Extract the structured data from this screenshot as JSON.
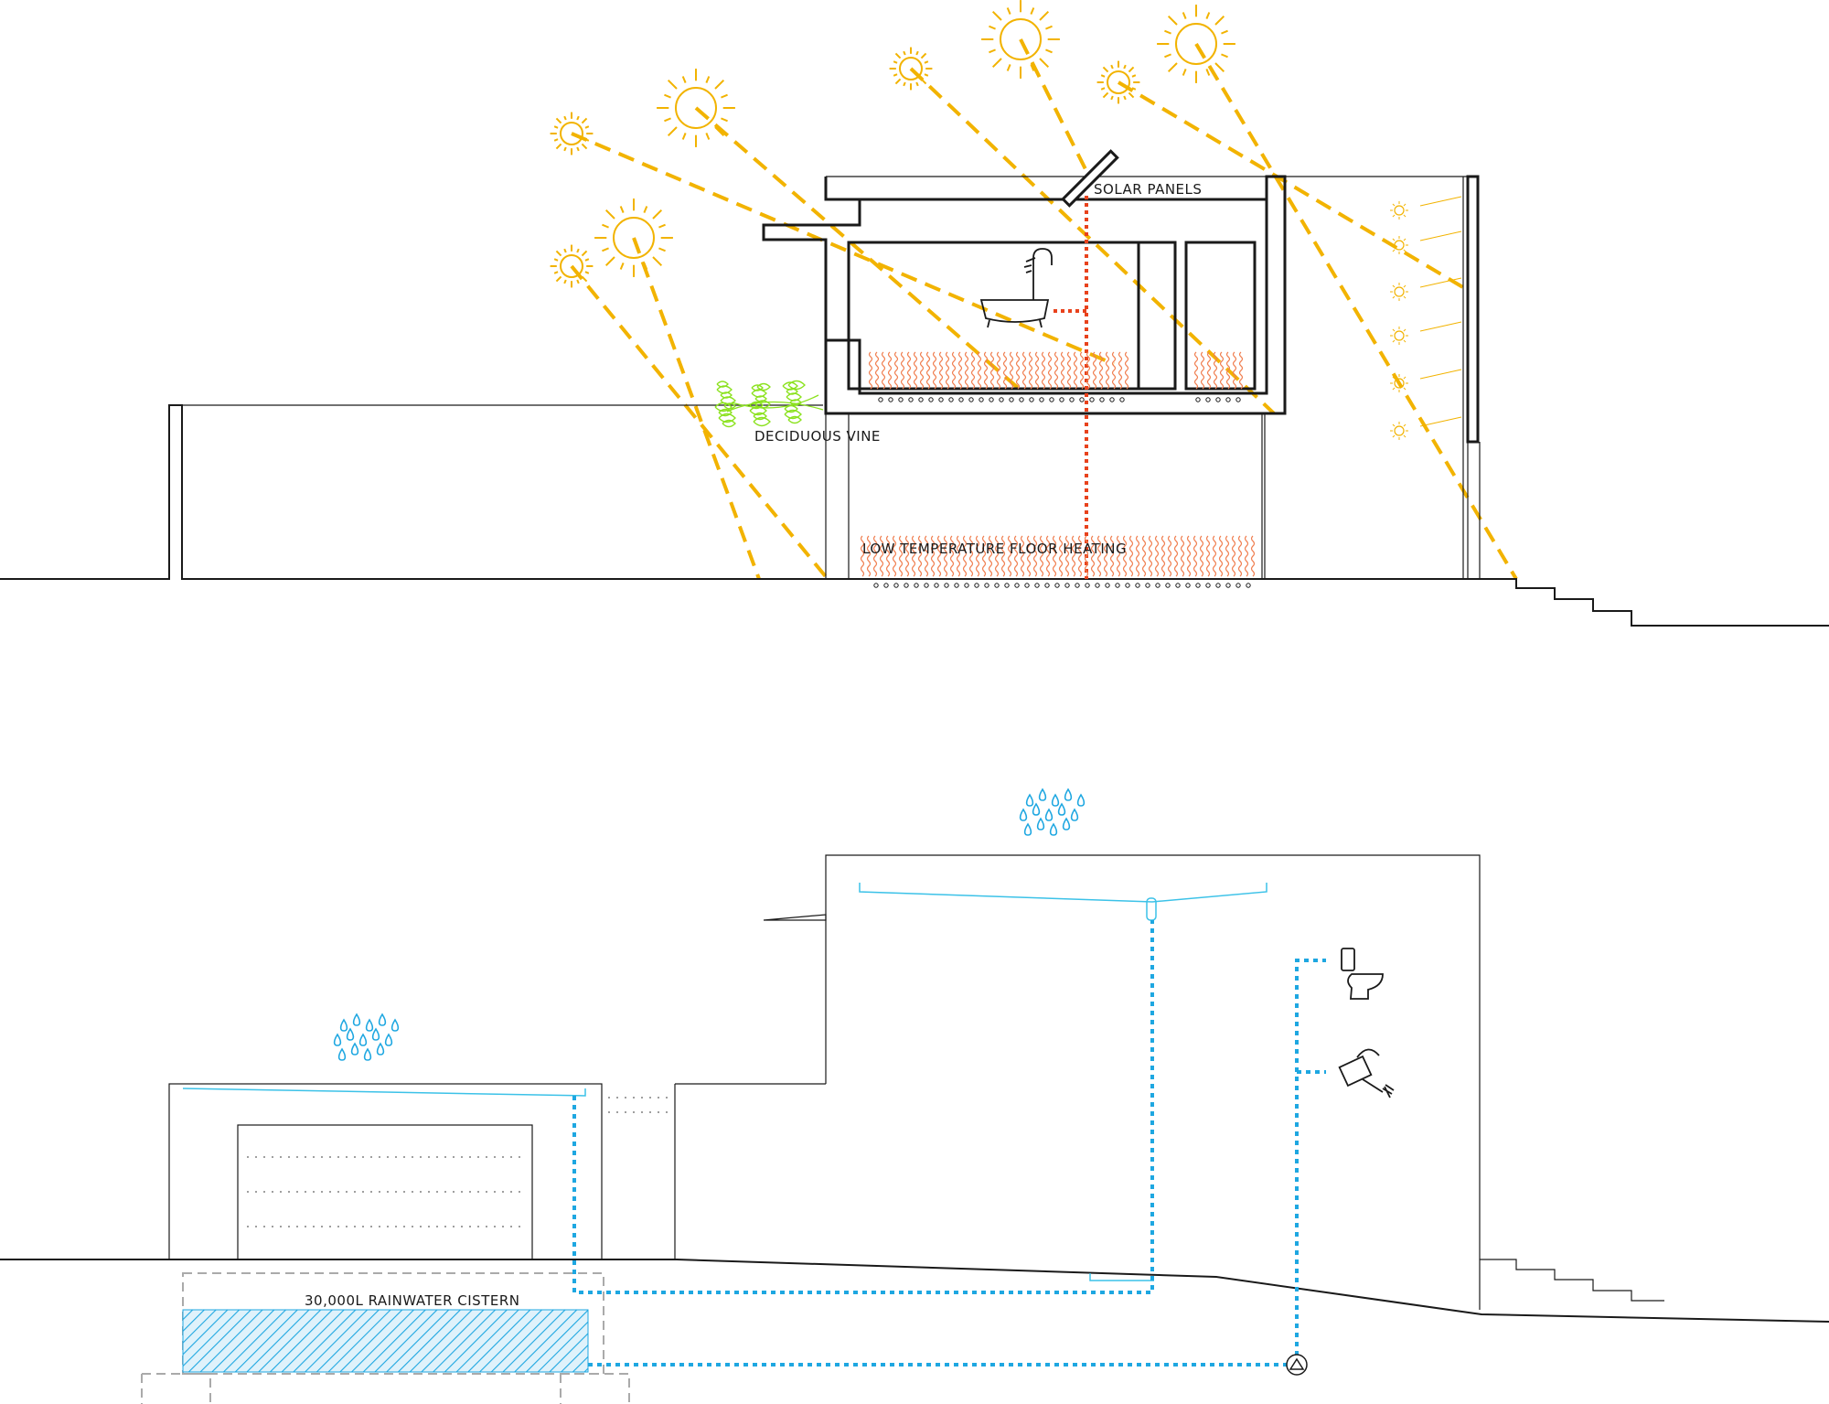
{
  "labels": {
    "solar_panels": "SOLAR PANELS",
    "deciduous_vine": "DECIDUOUS VINE",
    "floor_heating": "LOW TEMPERATURE FLOOR HEATING",
    "cistern": "30,000L RAINWATER CISTERN"
  },
  "colors": {
    "sun": "#f2b300",
    "hot_water": "#e8421c",
    "floor_heating": "#f07e4f",
    "rainwater": "#1ea7e1",
    "vine": "#8be21e",
    "cistern_fill": "#1ea7e1"
  },
  "icons": [
    "sun-icon",
    "solar-panel-icon",
    "bathtub-shower-icon",
    "toilet-icon",
    "watering-can-icon",
    "raindrop-icon",
    "pump-icon",
    "deciduous-vine-icon"
  ]
}
